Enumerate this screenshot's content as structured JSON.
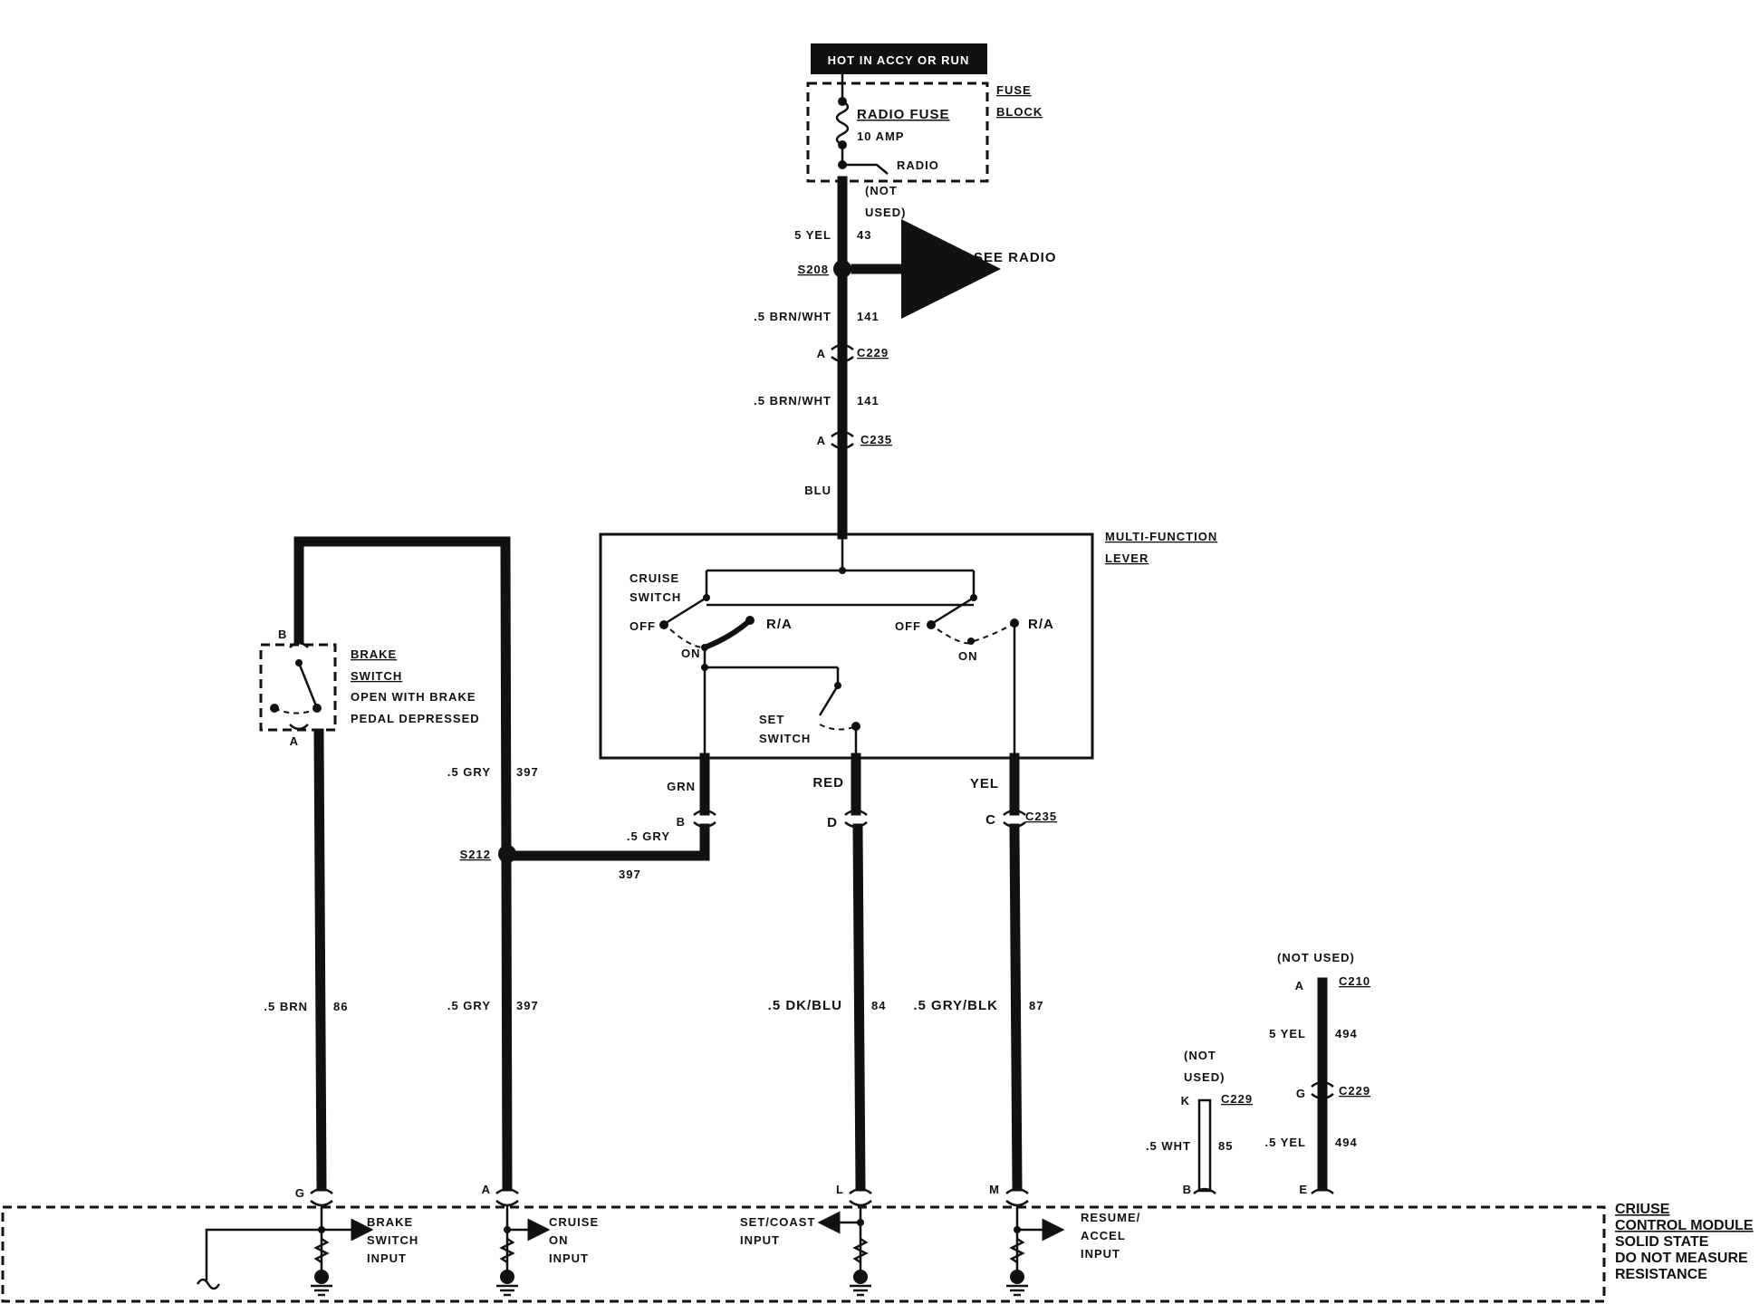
{
  "power_source": {
    "label": "HOT IN ACCY OR RUN"
  },
  "fuse_block": {
    "title_line1": "FUSE",
    "title_line2": "BLOCK",
    "fuse_name": "RADIO FUSE",
    "fuse_rating": "10 AMP",
    "radio_tap": "RADIO",
    "not_used_line1": "(NOT",
    "not_used_line2": "USED)"
  },
  "feed_wires": [
    {
      "gauge_color": "5 YEL",
      "circuit": "43"
    },
    {
      "gauge_color": ".5 BRN/WHT",
      "circuit": "141"
    },
    {
      "gauge_color": ".5 BRN/WHT",
      "circuit": "141"
    },
    {
      "gauge_color": "BLU",
      "circuit": ""
    }
  ],
  "splices": {
    "s208": "S208",
    "s212": "S212"
  },
  "see_radio": "SEE RADIO",
  "connectors": {
    "c229_top": {
      "pin": "A",
      "name": "C229"
    },
    "c235_top": {
      "pin": "A",
      "name": "C235"
    },
    "c235_bottom": {
      "name": "C235",
      "pins": [
        "B",
        "D",
        "C"
      ]
    },
    "c210": {
      "pin": "A",
      "name": "C210"
    },
    "c229_k": {
      "pin": "K",
      "name": "C229"
    },
    "c229_g": {
      "pin": "G",
      "name": "C229"
    }
  },
  "multi_function_lever": {
    "title_line1": "MULTI-FUNCTION",
    "title_line2": "LEVER",
    "cruise_switch_line1": "CRUISE",
    "cruise_switch_line2": "SWITCH",
    "off": "OFF",
    "on": "ON",
    "ra": "R/A",
    "set_switch_line1": "SET",
    "set_switch_line2": "SWITCH",
    "out_wires": [
      "GRN",
      "RED",
      "YEL"
    ]
  },
  "brake_switch": {
    "title_line1": "BRAKE",
    "title_line2": "SWITCH",
    "desc_line1": "OPEN WITH BRAKE",
    "desc_line2": "PEDAL DEPRESSED",
    "pin_top": "B",
    "pin_bottom": "A"
  },
  "circuits": [
    {
      "gauge_color": ".5 GRY",
      "circuit": "397"
    },
    {
      "gauge_color": ".5 GRY",
      "circuit": "397"
    },
    {
      "gauge_color": ".5 BRN",
      "circuit": "86"
    },
    {
      "gauge_color": ".5 GRY",
      "circuit": "397"
    },
    {
      "gauge_color": ".5 DK/BLU",
      "circuit": "84"
    },
    {
      "gauge_color": ".5 GRY/BLK",
      "circuit": "87"
    },
    {
      "gauge_color": ".5 WHT",
      "circuit": "85"
    },
    {
      "gauge_color": "5 YEL",
      "circuit": "494"
    },
    {
      "gauge_color": ".5 YEL",
      "circuit": "494"
    }
  ],
  "not_used_labels": {
    "c210": "(NOT USED)",
    "c229_line1": "(NOT",
    "c229_line2": "USED)"
  },
  "module": {
    "title_line1": "CRIUSE",
    "title_line2": "CONTROL MODULE",
    "line3": "SOLID STATE",
    "line4": "DO NOT MEASURE",
    "line5": "RESISTANCE",
    "pins": [
      "G",
      "A",
      "L",
      "M",
      "B",
      "E"
    ],
    "inputs": [
      {
        "line1": "BRAKE",
        "line2": "SWITCH",
        "line3": "INPUT"
      },
      {
        "line1": "CRUISE",
        "line2": "ON",
        "line3": "INPUT"
      },
      {
        "line1": "SET/COAST",
        "line2": "INPUT",
        "line3": ""
      },
      {
        "line1": "RESUME/",
        "line2": "ACCEL",
        "line3": "INPUT"
      }
    ]
  }
}
